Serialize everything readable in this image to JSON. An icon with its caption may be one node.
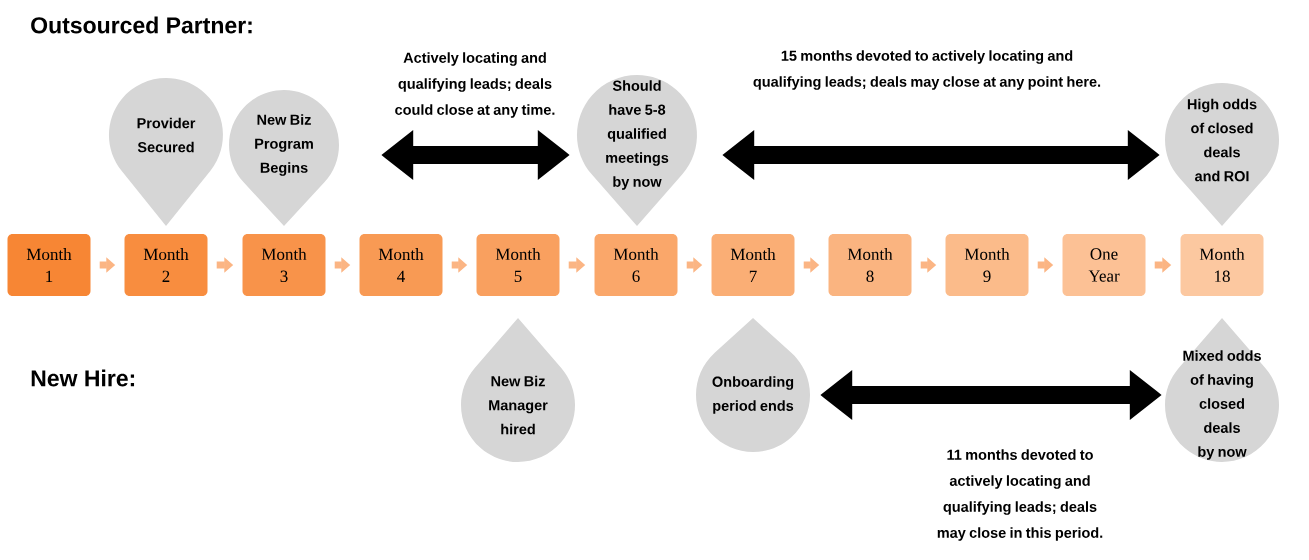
{
  "diagram": {
    "nodes": [
      {
        "text": [
          "Month 1"
        ]
      },
      {
        "text": [
          "Month 2"
        ]
      },
      {
        "text": [
          "Month 3"
        ]
      },
      {
        "text": [
          "Month 4"
        ]
      },
      {
        "text": [
          "Month 5"
        ]
      },
      {
        "text": [
          "Month 6"
        ]
      },
      {
        "text": [
          "Month 7"
        ]
      },
      {
        "text": [
          "Month 8"
        ]
      },
      {
        "text": [
          "Month 9"
        ]
      },
      {
        "text": [
          "One Year"
        ]
      },
      {
        "text": [
          "Month 18"
        ]
      },
      {
        "text": [
          "Provider Secured"
        ]
      },
      {
        "text": [
          "New Biz Program Begins"
        ]
      },
      {
        "text": [
          "Should have 5-8 qualified meetings by now"
        ]
      },
      {
        "text": [
          "High odds of closed deals and ROI"
        ]
      },
      {
        "text": [
          "New Biz Manager hired"
        ]
      },
      {
        "text": [
          "Onboarding period ends"
        ]
      },
      {
        "text": [
          "Mixed odds of having closed deals by now"
        ]
      }
    ],
    "edges": [
      {
        "from": 0,
        "to": 1,
        "arrow": "to"
      },
      {
        "from": 1,
        "to": 2,
        "arrow": "to"
      },
      {
        "from": 2,
        "to": 3,
        "arrow": "to"
      },
      {
        "from": 3,
        "to": 4,
        "arrow": "to"
      },
      {
        "from": 4,
        "to": 5,
        "arrow": "to"
      },
      {
        "from": 5,
        "to": 6,
        "arrow": "to"
      },
      {
        "from": 6,
        "to": 7,
        "arrow": "to"
      },
      {
        "from": 7,
        "to": 8,
        "arrow": "to"
      },
      {
        "from": 8,
        "to": 9,
        "arrow": "to"
      },
      {
        "from": 9,
        "to": 10,
        "arrow": "to"
      },
      {
        "from": 12,
        "to": 13,
        "arrow": "both",
        "label": "Actively locating and qualifying leads; deals could close at any time.",
        "style": "thick",
        "color": "#000000"
      },
      {
        "from": 13,
        "to": 14,
        "arrow": "both",
        "label": "15 months devoted to actively locating and qualifying leads; deals may close at any point here.",
        "style": "thick",
        "color": "#000000"
      },
      {
        "from": 16,
        "to": 17,
        "arrow": "both",
        "label": "11 months devoted to actively locating and qualifying leads; deals may close in this period.",
        "style": "thick",
        "color": "#000000"
      }
    ],
    "labels": [
      "Outsourced Partner:",
      "New Hire:"
    ]
  }
}
